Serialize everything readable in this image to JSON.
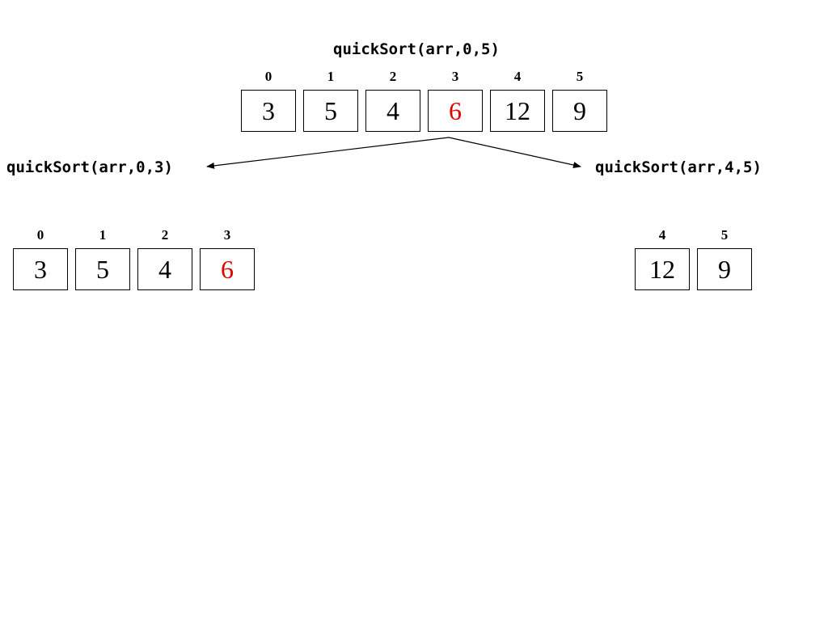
{
  "top": {
    "call": "quickSort(arr,0,5)",
    "cells": [
      {
        "index": "0",
        "value": "3",
        "pivot": false
      },
      {
        "index": "1",
        "value": "5",
        "pivot": false
      },
      {
        "index": "2",
        "value": "4",
        "pivot": false
      },
      {
        "index": "3",
        "value": "6",
        "pivot": true
      },
      {
        "index": "4",
        "value": "12",
        "pivot": false
      },
      {
        "index": "5",
        "value": "9",
        "pivot": false
      }
    ]
  },
  "left": {
    "call": "quickSort(arr,0,3)",
    "cells": [
      {
        "index": "0",
        "value": "3",
        "pivot": false
      },
      {
        "index": "1",
        "value": "5",
        "pivot": false
      },
      {
        "index": "2",
        "value": "4",
        "pivot": false
      },
      {
        "index": "3",
        "value": "6",
        "pivot": true
      }
    ]
  },
  "right": {
    "call": "quickSort(arr,4,5)",
    "cells": [
      {
        "index": "4",
        "value": "12",
        "pivot": false
      },
      {
        "index": "5",
        "value": "9",
        "pivot": false
      }
    ]
  },
  "colors": {
    "pivot": "#e00000",
    "text": "#000000",
    "background": "#ffffff"
  }
}
